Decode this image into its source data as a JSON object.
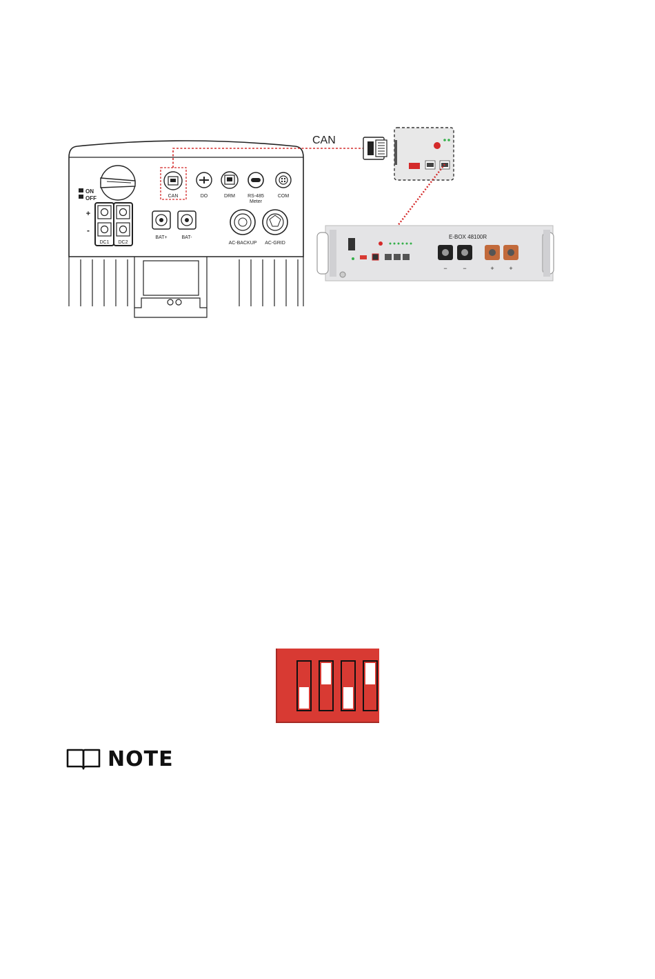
{
  "diagram": {
    "cable_label": "CAN",
    "inverter": {
      "switch_labels": [
        "ON",
        "OFF"
      ],
      "ports_top": [
        "CAN",
        "DO",
        "DRM",
        "RS-485",
        "Meter",
        "COM"
      ],
      "pv_polarity": [
        "+",
        "-"
      ],
      "pv_labels": [
        "DC1",
        "DC2"
      ],
      "battery_ports": [
        "BAT+",
        "BAT-"
      ],
      "ac_ports": [
        "AC-BACKUP",
        "AC-GRID"
      ]
    },
    "battery": {
      "model": "E-BOX 48100R",
      "terminal_signs": [
        "−",
        "−",
        "+",
        "+"
      ]
    }
  },
  "colors": {
    "accent_red": "#d42a2a",
    "switch_red": "#d83a33",
    "battery_case": "#e4e4e6",
    "copper": "#c26a3b"
  },
  "dip_switch": {
    "positions": [
      "down",
      "up",
      "down",
      "up"
    ]
  },
  "note": {
    "icon": "book-icon",
    "label": "NOTE"
  }
}
